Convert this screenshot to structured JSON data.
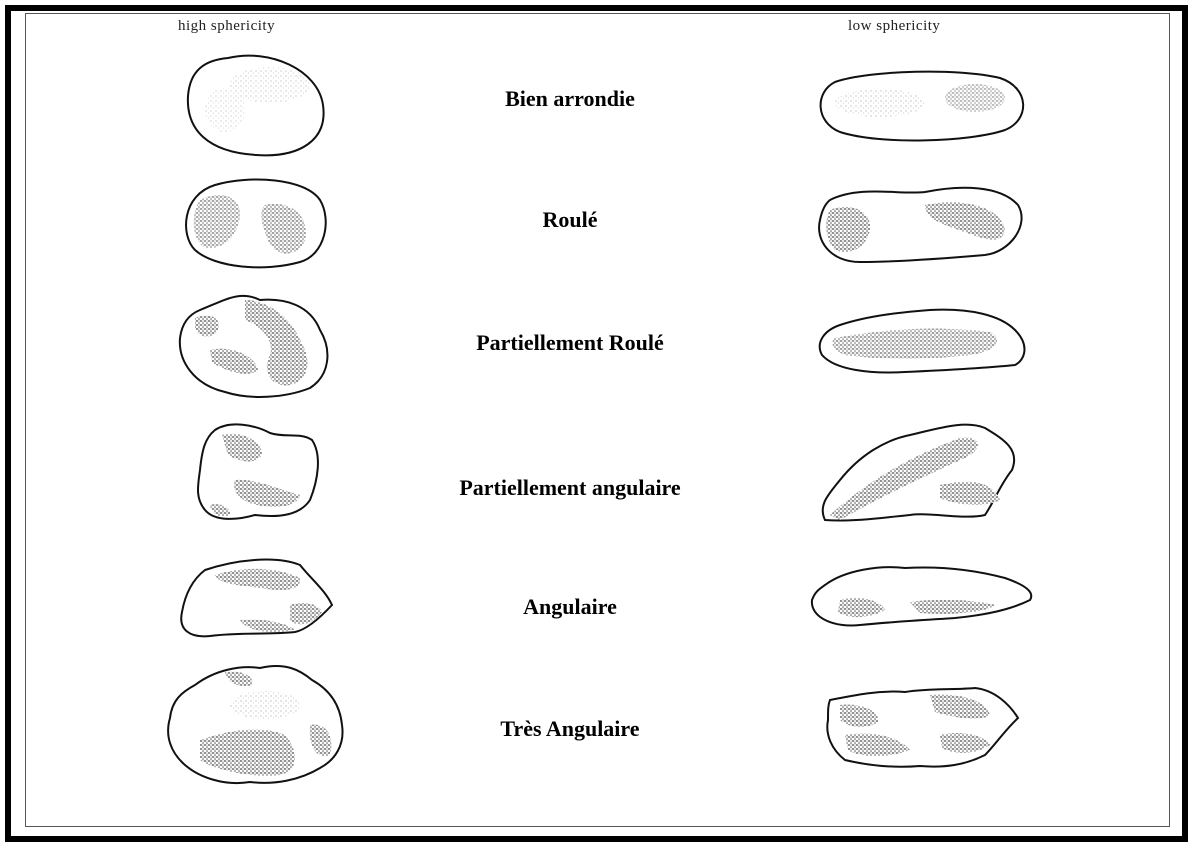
{
  "headers": {
    "left": "high sphericity",
    "right": "low sphericity"
  },
  "rows": [
    {
      "label": "Bien arrondie"
    },
    {
      "label": "Roulé"
    },
    {
      "label": "Partiellement Roulé"
    },
    {
      "label": "Partiellement angulaire"
    },
    {
      "label": "Angulaire"
    },
    {
      "label": "Très Angulaire"
    }
  ],
  "colors": {
    "frame": "#000000",
    "grain_outline": "#111111",
    "shading_dark": "#555555",
    "shading_light": "#bbbbbb"
  }
}
